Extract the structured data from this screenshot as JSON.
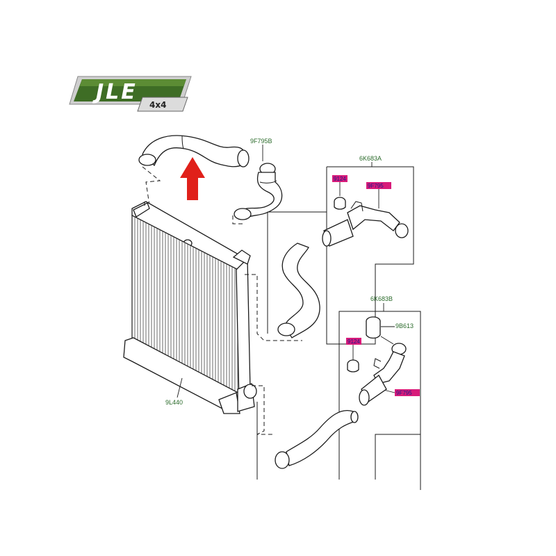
{
  "logo": {
    "brand": "JLE",
    "sub": "4x4",
    "colors": {
      "green_dark": "#2f5a1e",
      "green_light": "#6a9a3a",
      "silver": "#cfcfcf"
    }
  },
  "labels": {
    "hose_upper": "9F795B",
    "kit_a": "6K683A",
    "kit_b": "6K683B",
    "clip": "9B613",
    "intercooler": "9L440"
  },
  "highlight_tags": {
    "a_small": "9124",
    "a_part": "9F795",
    "b_small": "9124",
    "b_part": "9F795"
  },
  "colors": {
    "arrow": "#e0201a",
    "tag_fill": "#d81b7a",
    "label_text": "#2a6a2a"
  }
}
